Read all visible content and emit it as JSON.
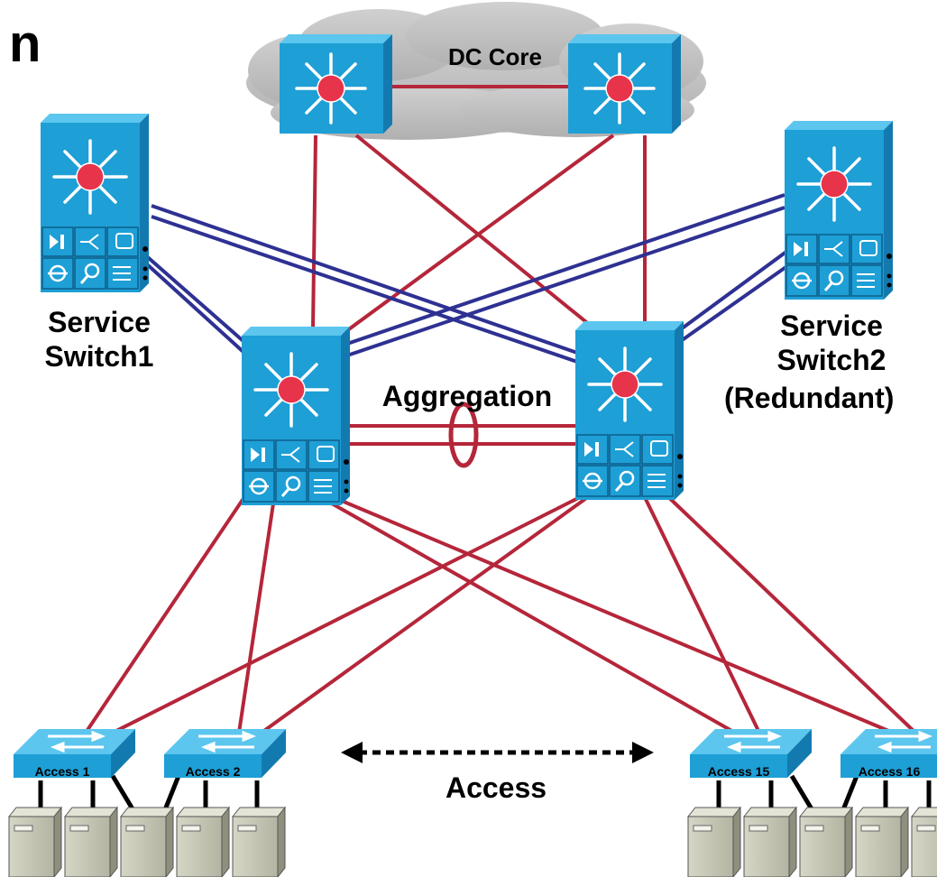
{
  "diagram": {
    "partial_title": "n",
    "core_label": "DC Core",
    "service_switch1": [
      "Service",
      "Switch1"
    ],
    "service_switch2": [
      "Service",
      "Switch2",
      "(Redundant)"
    ],
    "aggregation_label": "Aggregation",
    "access_label": "Access",
    "access_switches": [
      "Access 1",
      "Access 2",
      "Access 15",
      "Access 16"
    ]
  },
  "colors": {
    "link_red": "#b5263a",
    "link_blue": "#2e3192",
    "switch_blue": "#1e9fd6",
    "cloud_gray": "#c4c4c4",
    "server_gray": "#c8c8b8"
  },
  "icons": [
    "multilayer-switch-icon",
    "service-switch-icon",
    "access-switch-icon",
    "server-icon",
    "cloud-icon",
    "port-channel-icon",
    "bidirectional-arrow-icon"
  ]
}
